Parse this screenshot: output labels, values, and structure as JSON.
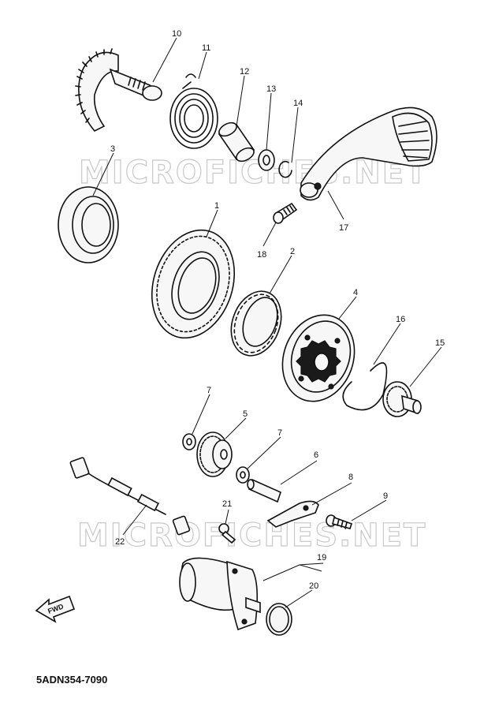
{
  "watermark": "MICROFICHES.NET",
  "diagram_code": "5ADN354-7090",
  "fwd_label": "FWD",
  "icons": {
    "fwd_arrow": "front-direction-arrow-icon"
  },
  "callouts": {
    "p1": "1",
    "p2": "2",
    "p3": "3",
    "p4": "4",
    "p5": "5",
    "p6": "6",
    "p7a": "7",
    "p7b": "7",
    "p8": "8",
    "p9": "9",
    "p10": "10",
    "p11": "11",
    "p12": "12",
    "p13": "13",
    "p14": "14",
    "p15": "15",
    "p16": "16",
    "p17": "17",
    "p18": "18",
    "p19": "19",
    "p20": "20",
    "p21": "21",
    "p22": "22"
  }
}
